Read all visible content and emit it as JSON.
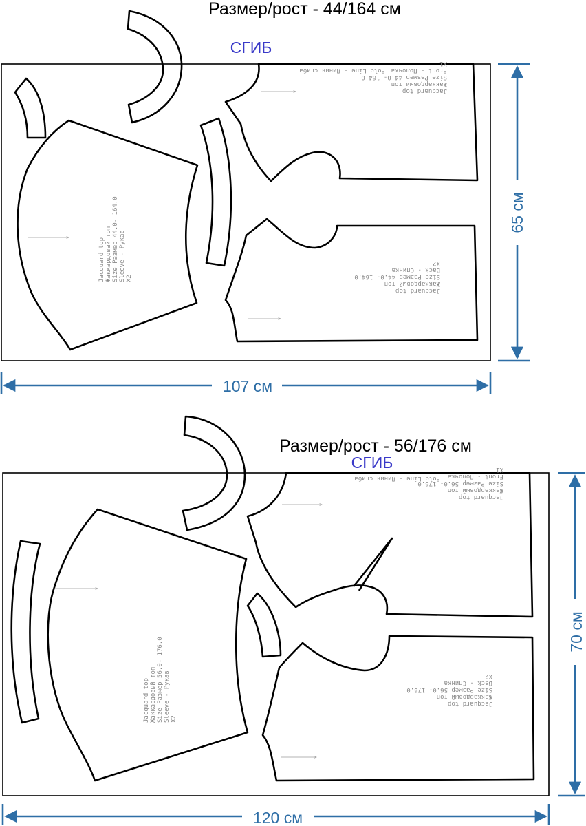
{
  "top": {
    "title": "Размер/рост - 44/164 см",
    "fold_label": "СГИБ",
    "width_label": "107 см",
    "height_label": "65 см",
    "sleeve_text": [
      "Jacquard top",
      "Жаккардовый топ",
      "Size Размер  44.0- 164.0",
      "Sleeve - Рукав",
      "X2"
    ],
    "front_text": [
      "Jacquard top",
      "Жаккардовый топ",
      "Size Размер  44.0- 164.0",
      "Front - Полочка",
      "X1"
    ],
    "back_text": [
      "Jacquard top",
      "Жаккардовый топ",
      "Size Размер  44.0- 164.0",
      "Back - Спинка",
      "X2"
    ],
    "fold_line_text": "Fold Line - Линия сгиба"
  },
  "bottom": {
    "title": "Размер/рост - 56/176 см",
    "fold_label": "СГИБ",
    "width_label": "120 см",
    "height_label": "70 см",
    "sleeve_text": [
      "Jacquard top",
      "Жаккардовый топ",
      "Size Размер 56.0- 176.0",
      "Sleeve - Рукав",
      "X2"
    ],
    "front_text": [
      "Jacquard top",
      "Жаккардовый топ",
      "Size Размер  56.0- 176.0",
      "Front - Полочка",
      "X1"
    ],
    "back_text": [
      "Jacquard top",
      "Жаккардовый топ",
      "Size Размер  56.0- 176.0",
      "Back - Спинка",
      "X2"
    ],
    "fold_line_text": "Fold Line - Линия сгиба"
  },
  "colors": {
    "fold_label": "#3a3ac8",
    "dimension": "#2e6ea6",
    "outline": "#000000"
  }
}
